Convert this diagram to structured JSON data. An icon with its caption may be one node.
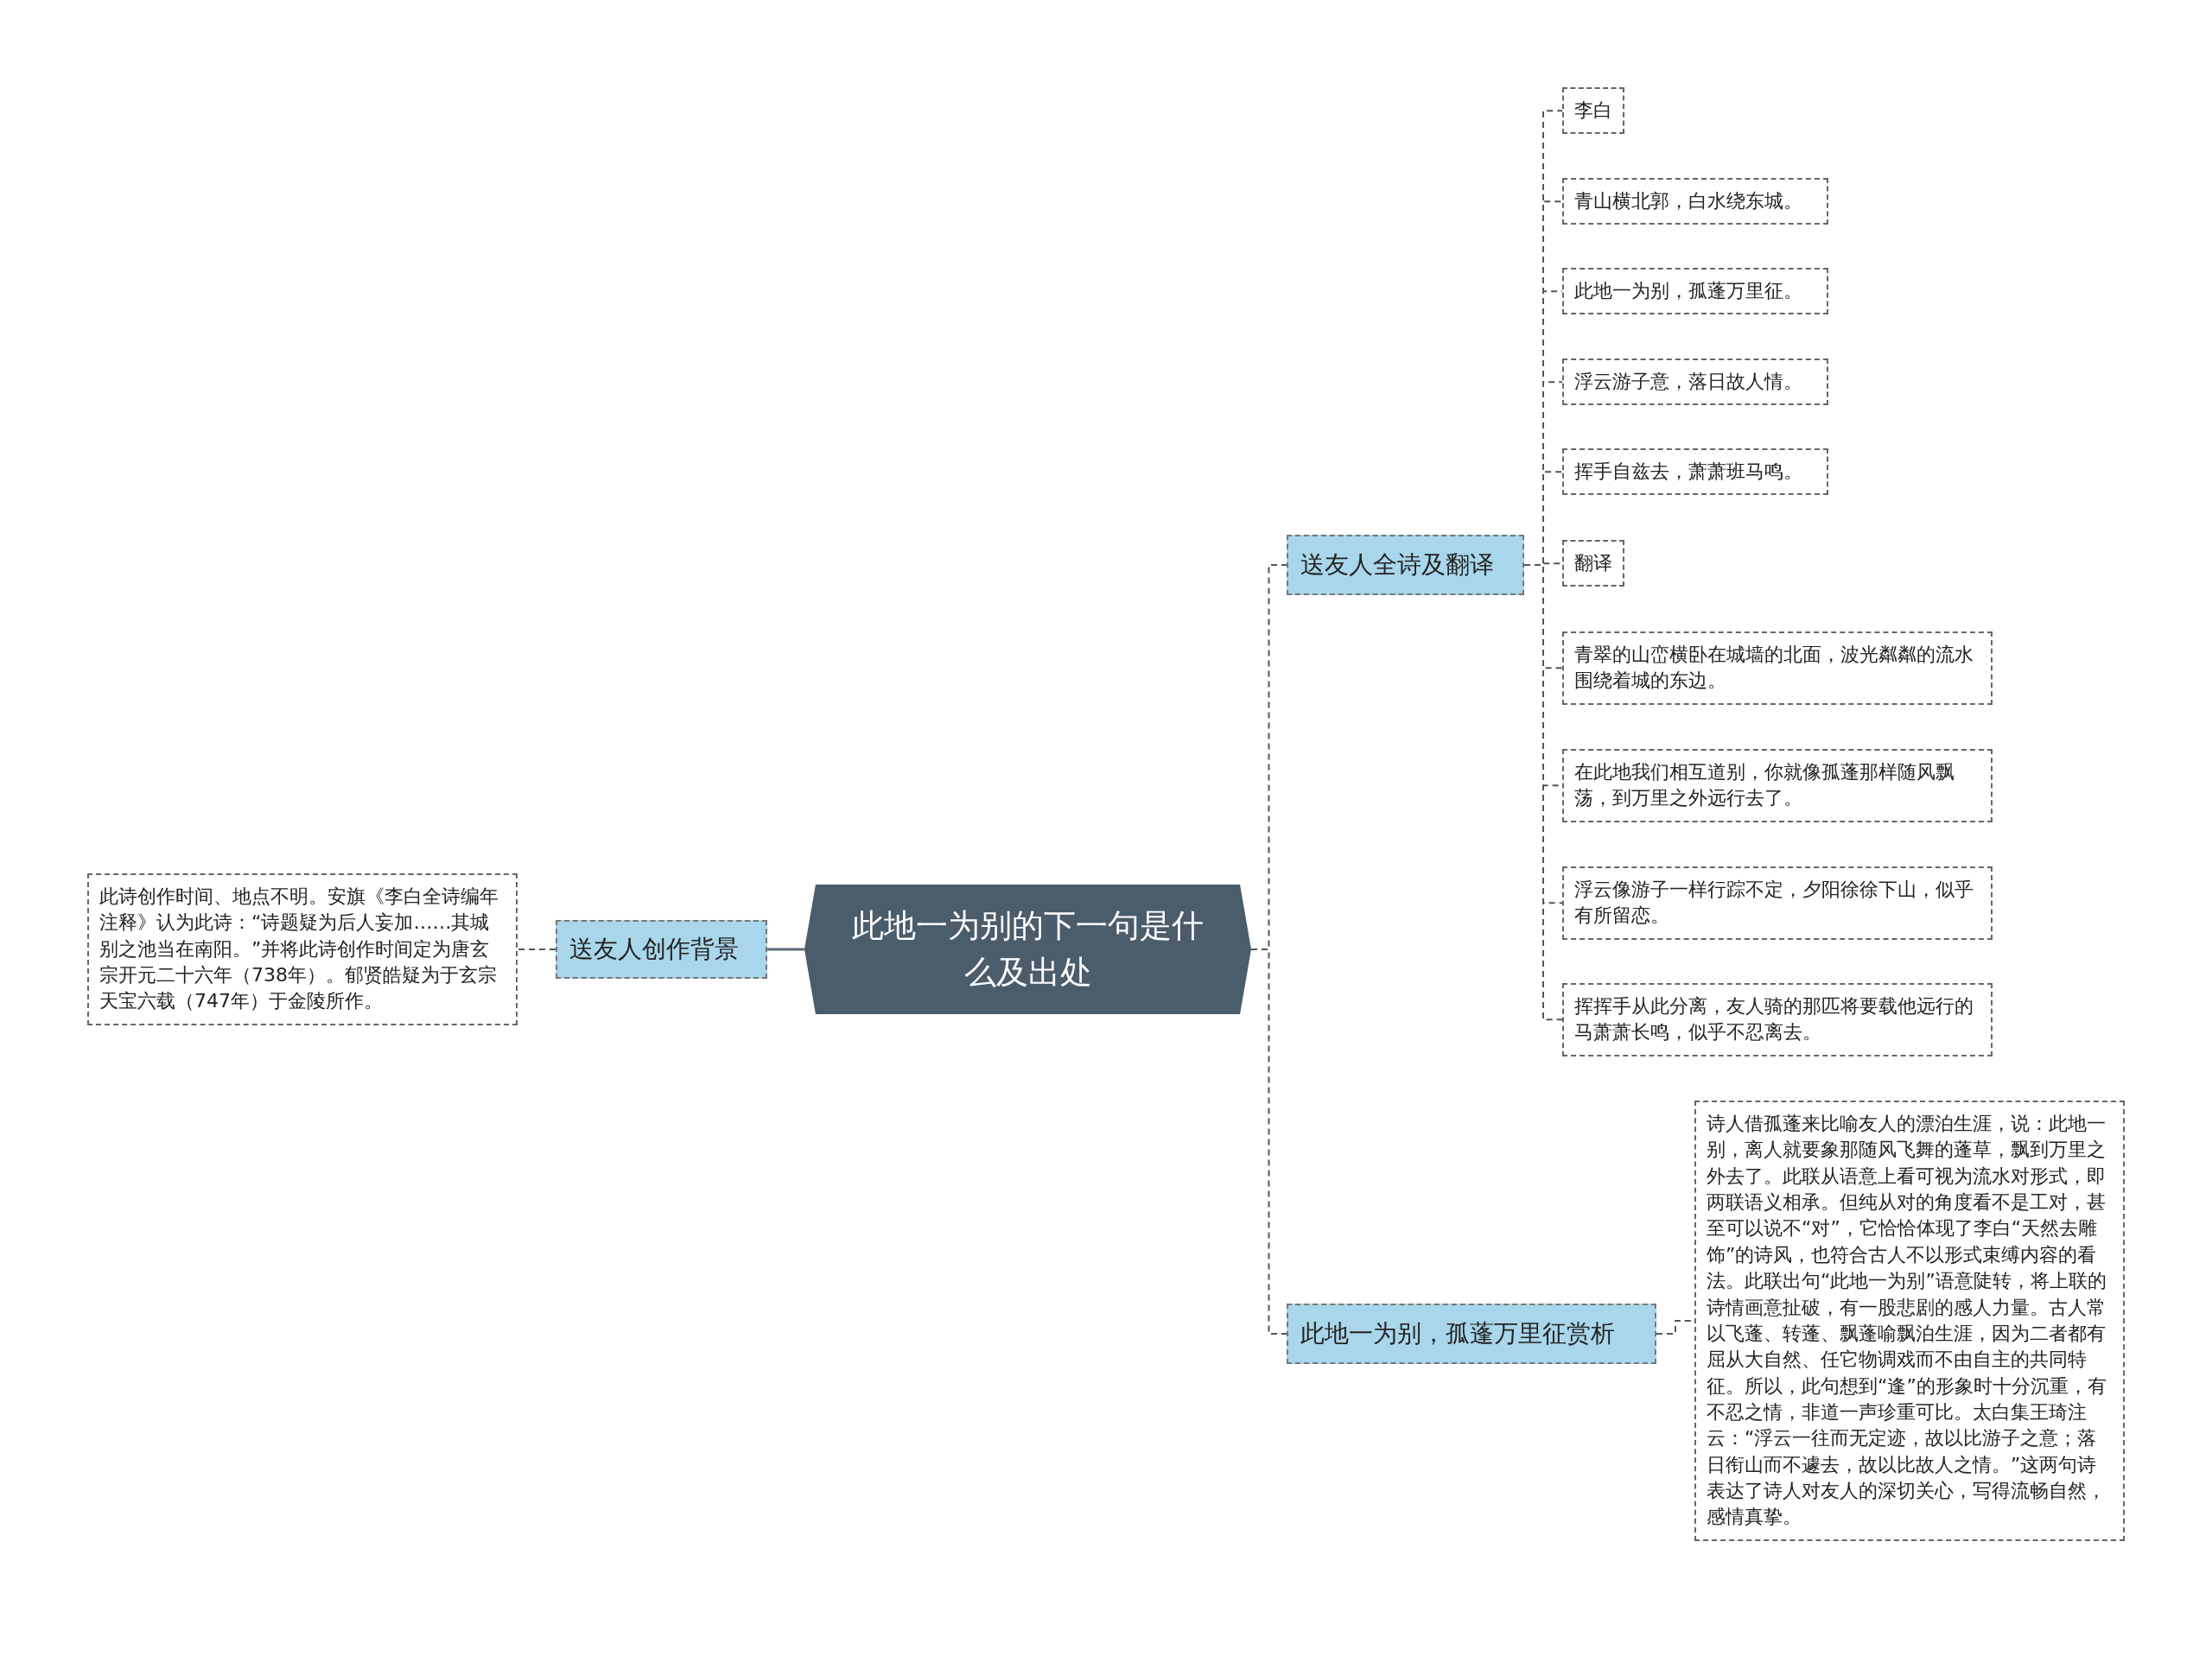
{
  "diagram": {
    "nodes": [
      {
        "text": [
          "此地一为别的下一句是什么及出处"
        ]
      },
      {
        "text": [
          "送友人创作背景"
        ]
      },
      {
        "text": [
          "此诗创作时间、地点不明。安旗《李白全诗编年注释》认为此诗：“诗题疑为后人妄加……其城别之池当在南阳。”并将此诗创作时间定为唐玄宗开元二十六年（738年）。郁贤皓疑为于玄宗天宝六载（747年）于金陵所作。"
        ]
      },
      {
        "text": [
          "送友人全诗及翻译"
        ]
      },
      {
        "text": [
          "李白"
        ]
      },
      {
        "text": [
          "青山横北郭，白水绕东城。"
        ]
      },
      {
        "text": [
          "此地一为别，孤蓬万里征。"
        ]
      },
      {
        "text": [
          "浮云游子意，落日故人情。"
        ]
      },
      {
        "text": [
          "挥手自兹去，萧萧班马鸣。"
        ]
      },
      {
        "text": [
          "翻译"
        ]
      },
      {
        "text": [
          "青翠的山峦横卧在城墙的北面，波光粼粼的流水围绕着城的东边。"
        ]
      },
      {
        "text": [
          "在此地我们相互道别，你就像孤蓬那样随风飘荡，到万里之外远行去了。"
        ]
      },
      {
        "text": [
          "浮云像游子一样行踪不定，夕阳徐徐下山，似乎有所留恋。"
        ]
      },
      {
        "text": [
          "挥挥手从此分离，友人骑的那匹将要载他远行的马萧萧长鸣，似乎不忍离去。"
        ]
      },
      {
        "text": [
          "此地一为别，孤蓬万里征赏析"
        ]
      },
      {
        "text": [
          "诗人借孤蓬来比喻友人的漂泊生涯，说：此地一别，离人就要象那随风飞舞的蓬草，飘到万里之外去了。此联从语意上看可视为流水对形式，即两联语义相承。但纯从对的角度看不是工对，甚至可以说不“对”，它恰恰体现了李白“天然去雕饰”的诗风，也符合古人不以形式束缚内容的看法。此联出句“此地一为别”语意陡转，将上联的诗情画意扯破，有一股悲剧的感人力量。古人常以飞蓬、转蓬、飘蓬喻飘泊生涯，因为二者都有屈从大自然、任它物调戏而不由自主的共同特征。所以，此句想到“逢”的形象时十分沉重，有不忍之情，非道一声珍重可比。太白集王琦注云：“浮云一往而无定迹，故以比游子之意；落日衔山而不遽去，故以比故人之情。”这两句诗表达了诗人对友人的深切关心，写得流畅自然，感情真挚。"
        ]
      }
    ],
    "edges": [
      {
        "from": 0,
        "to": 1,
        "arrow": "none"
      },
      {
        "from": 1,
        "to": 2,
        "arrow": "none",
        "style": "dashed"
      },
      {
        "from": 0,
        "to": 3,
        "arrow": "none",
        "style": "dashed"
      },
      {
        "from": 3,
        "to": 4,
        "arrow": "none",
        "style": "dashed"
      },
      {
        "from": 3,
        "to": 5,
        "arrow": "none",
        "style": "dashed"
      },
      {
        "from": 3,
        "to": 6,
        "arrow": "none",
        "style": "dashed"
      },
      {
        "from": 3,
        "to": 7,
        "arrow": "none",
        "style": "dashed"
      },
      {
        "from": 3,
        "to": 8,
        "arrow": "none",
        "style": "dashed"
      },
      {
        "from": 3,
        "to": 9,
        "arrow": "none",
        "style": "dashed"
      },
      {
        "from": 3,
        "to": 10,
        "arrow": "none",
        "style": "dashed"
      },
      {
        "from": 3,
        "to": 11,
        "arrow": "none",
        "style": "dashed"
      },
      {
        "from": 3,
        "to": 12,
        "arrow": "none",
        "style": "dashed"
      },
      {
        "from": 3,
        "to": 13,
        "arrow": "none",
        "style": "dashed"
      },
      {
        "from": 0,
        "to": 14,
        "arrow": "none",
        "style": "dashed"
      },
      {
        "from": 14,
        "to": 15,
        "arrow": "none",
        "style": "dashed"
      }
    ]
  }
}
